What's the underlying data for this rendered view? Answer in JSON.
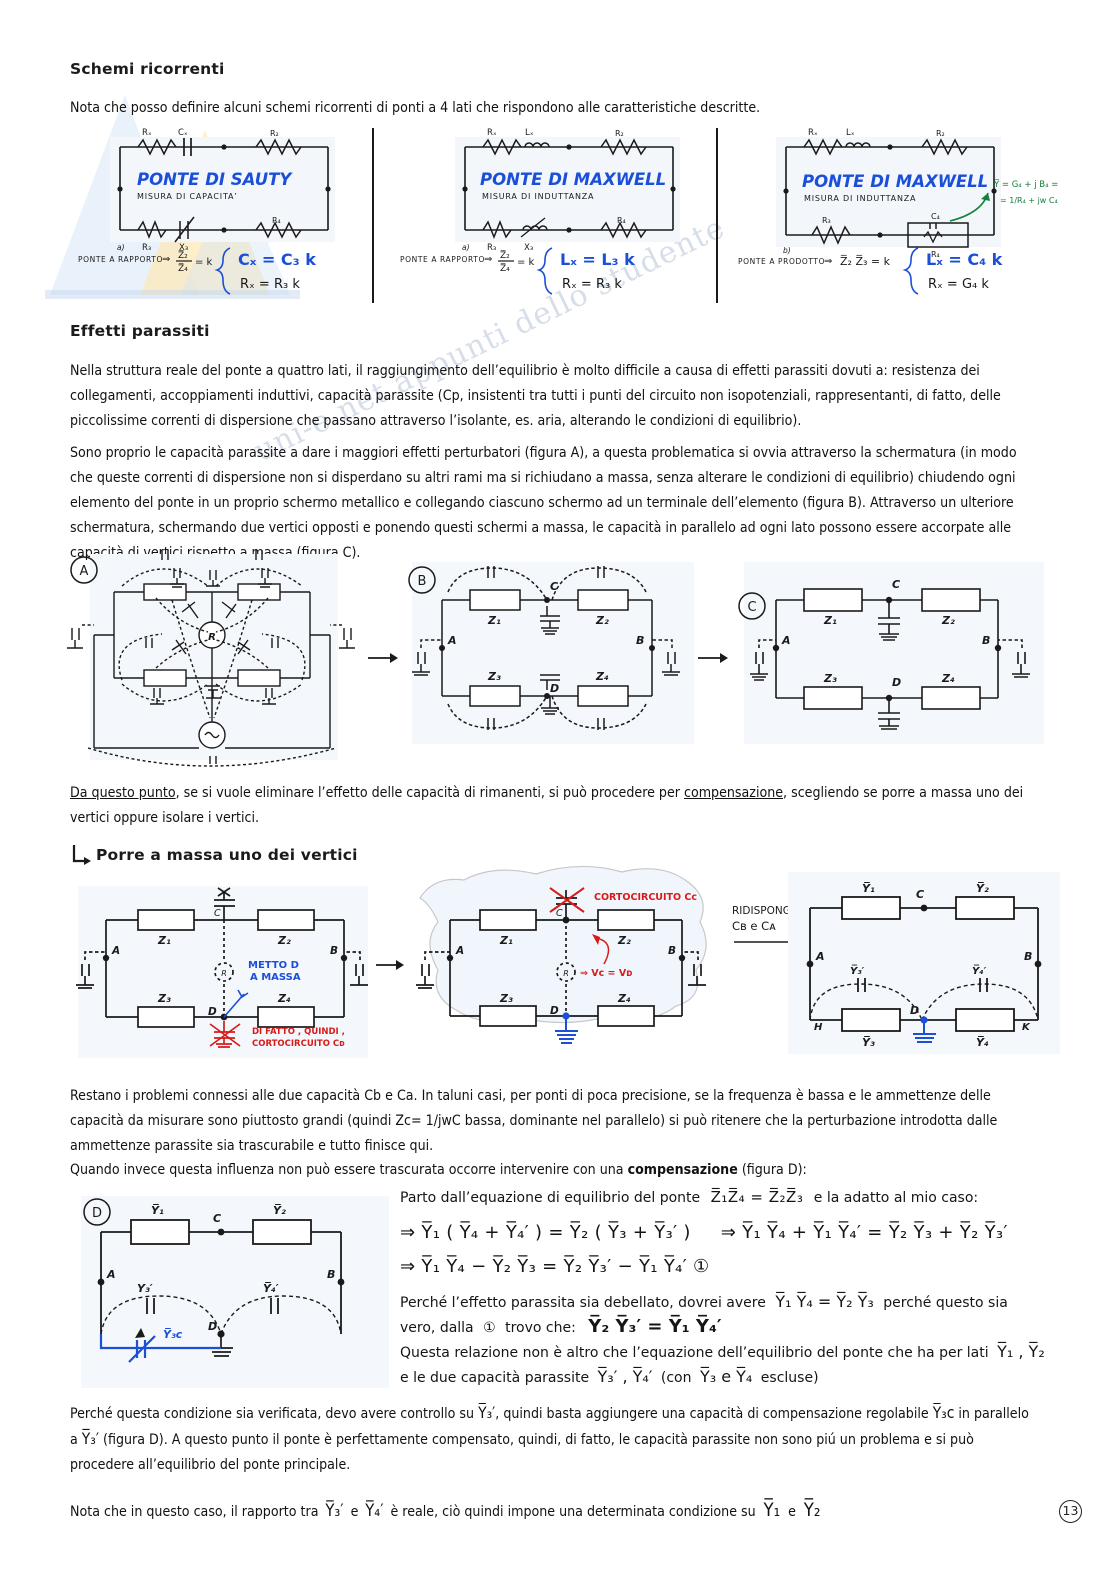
{
  "document": {
    "language": "it",
    "page_number": "13",
    "watermark": "uni-e.net  appunti dello studente"
  },
  "sections": {
    "schemi": {
      "heading": "Schemi ricorrenti",
      "intro": "Nota che posso definire alcuni schemi ricorrenti di ponti a 4 lati che rispondono alle caratteristiche descritte."
    },
    "effetti": {
      "heading": "Effetti parassiti",
      "p1": "Nella struttura reale del ponte a quattro lati, il raggiungimento dell’equilibrio è molto difficile a causa di effetti parassiti dovuti a: resistenza dei collegamenti, accoppiamenti induttivi, capacità parassite (Cp, insistenti tra tutti i punti del circuito non isopotenziali, rappresentanti, di fatto, delle piccolissime correnti di dispersione che passano attraverso l’isolante, es. aria, alterando le condizioni di equilibrio).",
      "p2": "Sono proprio le capacità parassite a dare i maggiori effetti perturbatori (figura A), a questa problematica si ovvia attraverso la schermatura (in modo che queste correnti di dispersione non si disperdano su altri rami ma si richiudano a massa, senza alterare le condizioni di equilibrio) chiudendo ogni elemento del ponte in un proprio schermo metallico e collegando ciascuno schermo ad un terminale dell’elemento (figura B). Attraverso un ulteriore schermatura, schermando due vertici opposti e ponendo questi schermi a massa, le capacità in parallelo ad ogni lato possono essere accorpate alle capacità di vertici rispetto a massa (figura C).",
      "p3_pre": "Da questo punto",
      "p3_mid": ", se si vuole eliminare l’effetto delle capacità di rimanenti, si può procedere per ",
      "p3_link": "compensazione",
      "p3_post": ", scegliendo se porre a massa uno dei vertici oppure isolare i vertici."
    },
    "porre": {
      "heading": "Porre a massa uno dei vertici",
      "p1": "Restano i problemi connessi alle due capacità Cb e Ca. In taluni casi, per ponti di poca precisione, se la frequenza è bassa e le ammettenze delle capacità da misurare sono piuttosto grandi (quindi Zc= 1/jwC bassa, dominante nel parallelo) si può ritenere che la perturbazione introdotta dalle ammettenze parassite sia trascurabile e tutto finisce qui.",
      "p2_pre": "Quando invece questa influenza non può essere trascurata occorre intervenire con una ",
      "p2_bold": "compensazione",
      "p2_post": " (figura D):"
    },
    "finale": {
      "p1_a": "Perché questa condizione sia verificata, devo avere controllo su ",
      "p1_y3": "Y̅₃′",
      "p1_b": ", quindi basta aggiungere una capacità di compensazione regolabile ",
      "p1_y3c": "Y̅₃c",
      "p1_c": " in parallelo a ",
      "p1_y3b": "Y̅₃′",
      "p1_d": " (figura D). A questo punto il ponte è perfettamente compensato, quindi, di fatto, le capacità parassite non sono piú un problema e si può procedere all’equilibrio del ponte principale.",
      "p2_a": "Nota che in questo caso, il rapporto tra ",
      "p2_y3": "Y̅₃′",
      "p2_and1": " e ",
      "p2_y4": "Y̅₄′",
      "p2_b": " è reale, ciò quindi impone una determinata condizione su ",
      "p2_y1": "Y̅₁",
      "p2_and2": " e ",
      "p2_y2": "Y̅₂"
    }
  },
  "figures_row1": [
    {
      "id": "fig-sauty",
      "label": "a)",
      "title": "PONTE DI SAUTY",
      "subtitle": "MISURA DI CAPACITA’",
      "components": {
        "top_left_r": "Rₓ",
        "top_left_c": "Cₓ",
        "top_right": "R₂",
        "bottom_left_r": "R₃",
        "bottom_left_x": "X₃",
        "bottom_right": "R₄"
      },
      "caption_left": "PONTE A RAPPORTO",
      "caption_arrow": "⇒",
      "caption_ratio_num": "Z̅₂",
      "caption_ratio_den": "Z̅₄",
      "caption_eq": "= k",
      "result_1": "Cₓ = C₃ k",
      "result_2": "Rₓ = R₃ k"
    },
    {
      "id": "fig-maxwell-rapporto",
      "label": "a)",
      "title": "PONTE DI MAXWELL",
      "subtitle": "MISURA DI INDUTTANZA",
      "components": {
        "top_left_r": "Rₓ",
        "top_left_c": "Lₓ",
        "top_right": "R₂",
        "bottom_left_r": "R₃",
        "bottom_left_x": "X₃",
        "bottom_right": "R₄"
      },
      "caption_left": "PONTE A RAPPORTO",
      "caption_arrow": "⇒",
      "caption_ratio_num": "Z̅₂",
      "caption_ratio_den": "Z̅₄",
      "caption_eq": "= k",
      "result_1": "Lₓ = L₃ k",
      "result_2": "Rₓ = R₃ k"
    },
    {
      "id": "fig-maxwell-prodotto",
      "label": "b)",
      "title": "PONTE DI MAXWELL",
      "subtitle": "MISURA DI INDUTTANZA",
      "components": {
        "top_left_r": "Rₓ",
        "top_left_c": "Lₓ",
        "top_right": "R₂",
        "bottom_left_r": "R₃",
        "bottom_right_c": "C₄",
        "bottom_right_r": "R₄"
      },
      "annotation_green_1": "Y̅ = G₄ + j B₄ =",
      "annotation_green_2": "= 1/R₄ + jw C₄",
      "caption_left": "PONTE A PRODOTTO",
      "caption_arrow": "⇒",
      "caption_eq": "Z̅₂ Z̅₃ = k",
      "result_1": "Lₓ = C₄ k",
      "result_2": "Rₓ = G₄ k"
    }
  ],
  "figures_abc": [
    {
      "id": "fig-A",
      "badge": "A",
      "detector": "R",
      "source": "∿"
    },
    {
      "id": "fig-B",
      "badge": "B",
      "nodes": [
        "A",
        "B",
        "C",
        "D"
      ],
      "impedances": [
        "Z₁",
        "Z₂",
        "Z₃",
        "Z₄"
      ]
    },
    {
      "id": "fig-C",
      "badge": "C",
      "nodes": [
        "A",
        "B",
        "C",
        "D"
      ],
      "impedances": [
        "Z₁",
        "Z₂",
        "Z₃",
        "Z₄"
      ]
    }
  ],
  "figures_ground": [
    {
      "id": "fig-ground-1",
      "nodes": [
        "A",
        "B",
        "C",
        "D"
      ],
      "impedances": [
        "Z₁",
        "Z₂",
        "Z₃",
        "Z₄"
      ],
      "detector": "R",
      "note_blue_1": "METTO D",
      "note_blue_2": "A MASSA",
      "note_red_1": "DI FATTO , QUINDI ,",
      "note_red_2": "CORTOCIRCUITO  Cᴅ"
    },
    {
      "id": "fig-ground-2",
      "nodes": [
        "A",
        "B",
        "C",
        "D"
      ],
      "impedances": [
        "Z₁",
        "Z₂",
        "Z₃",
        "Z₄"
      ],
      "detector": "R",
      "note_red_1": "CORTOCIRCUITO  Cᴄ",
      "note_red_2": "⇒ Vᴄ = Vᴅ"
    },
    {
      "id": "fig-ground-3",
      "nodes": [
        "A",
        "B",
        "C",
        "D",
        "H",
        "K"
      ],
      "admittances": [
        "Y̅₁",
        "Y̅₂",
        "Y̅₃",
        "Y̅₄"
      ],
      "parasitics": [
        "Y̅₃′",
        "Y̅₄′"
      ],
      "transition_1": "RIDISPONGO",
      "transition_2": "Cʙ e Cᴀ"
    }
  ],
  "figure_D": {
    "badge": "D",
    "nodes": [
      "A",
      "B",
      "C",
      "D"
    ],
    "admittances": [
      "Y̅₁",
      "Y̅₂"
    ],
    "parasitics": [
      "Y₃′",
      "Y̅₄′"
    ],
    "compensation": "Y̅₃c"
  },
  "derivation": {
    "intro_a": "Parto dall’equazione di equilibrio del ponte",
    "intro_eq": "Z̅₁Z̅₄ = Z̅₂Z̅₃",
    "intro_b": "e la adatto al mio caso:",
    "line1_left": "⇒  Y̅₁ ( Y̅₄ + Y̅₄′ ) = Y̅₂ ( Y̅₃ + Y̅₃′ )",
    "line1_right": "⇒   Y̅₁ Y̅₄  +  Y̅₁ Y̅₄′  =  Y̅₂ Y̅₃  +  Y̅₂ Y̅₃′",
    "line2": "⇒    Y̅₁ Y̅₄  −  Y̅₂ Y̅₃  =  Y̅₂ Y̅₃′  −  Y̅₁ Y̅₄′   ①",
    "text_a": "Perché l’effetto parassita sia debellato, dovrei avere",
    "text_eq1": "Y̅₁ Y̅₄ = Y̅₂ Y̅₃",
    "text_b": "perché questo sia",
    "text_c": "vero, dalla",
    "text_circ": "①",
    "text_d": "trovo che:",
    "text_eq2": "Y̅₂ Y̅₃′  =  Y̅₁ Y̅₄′",
    "text_e": "Questa relazione non è altro che l’equazione dell’equilibrio del ponte che ha per lati",
    "text_lati": "Y̅₁ , Y̅₂",
    "text_f": "e le due capacità parassite",
    "text_par": "Y̅₃′ ,  Y̅₄′",
    "text_g": "(con",
    "text_excl": "Y̅₃ e Y̅₄",
    "text_h": "escluse)"
  },
  "colors": {
    "ink_blue": "#1b4fd8",
    "ink_red": "#d81b18",
    "ink_green": "#13803a",
    "ink_dark": "#1a1a1a",
    "figure_bg": "#f4f8fc",
    "watermark": "#c9d3e2"
  }
}
